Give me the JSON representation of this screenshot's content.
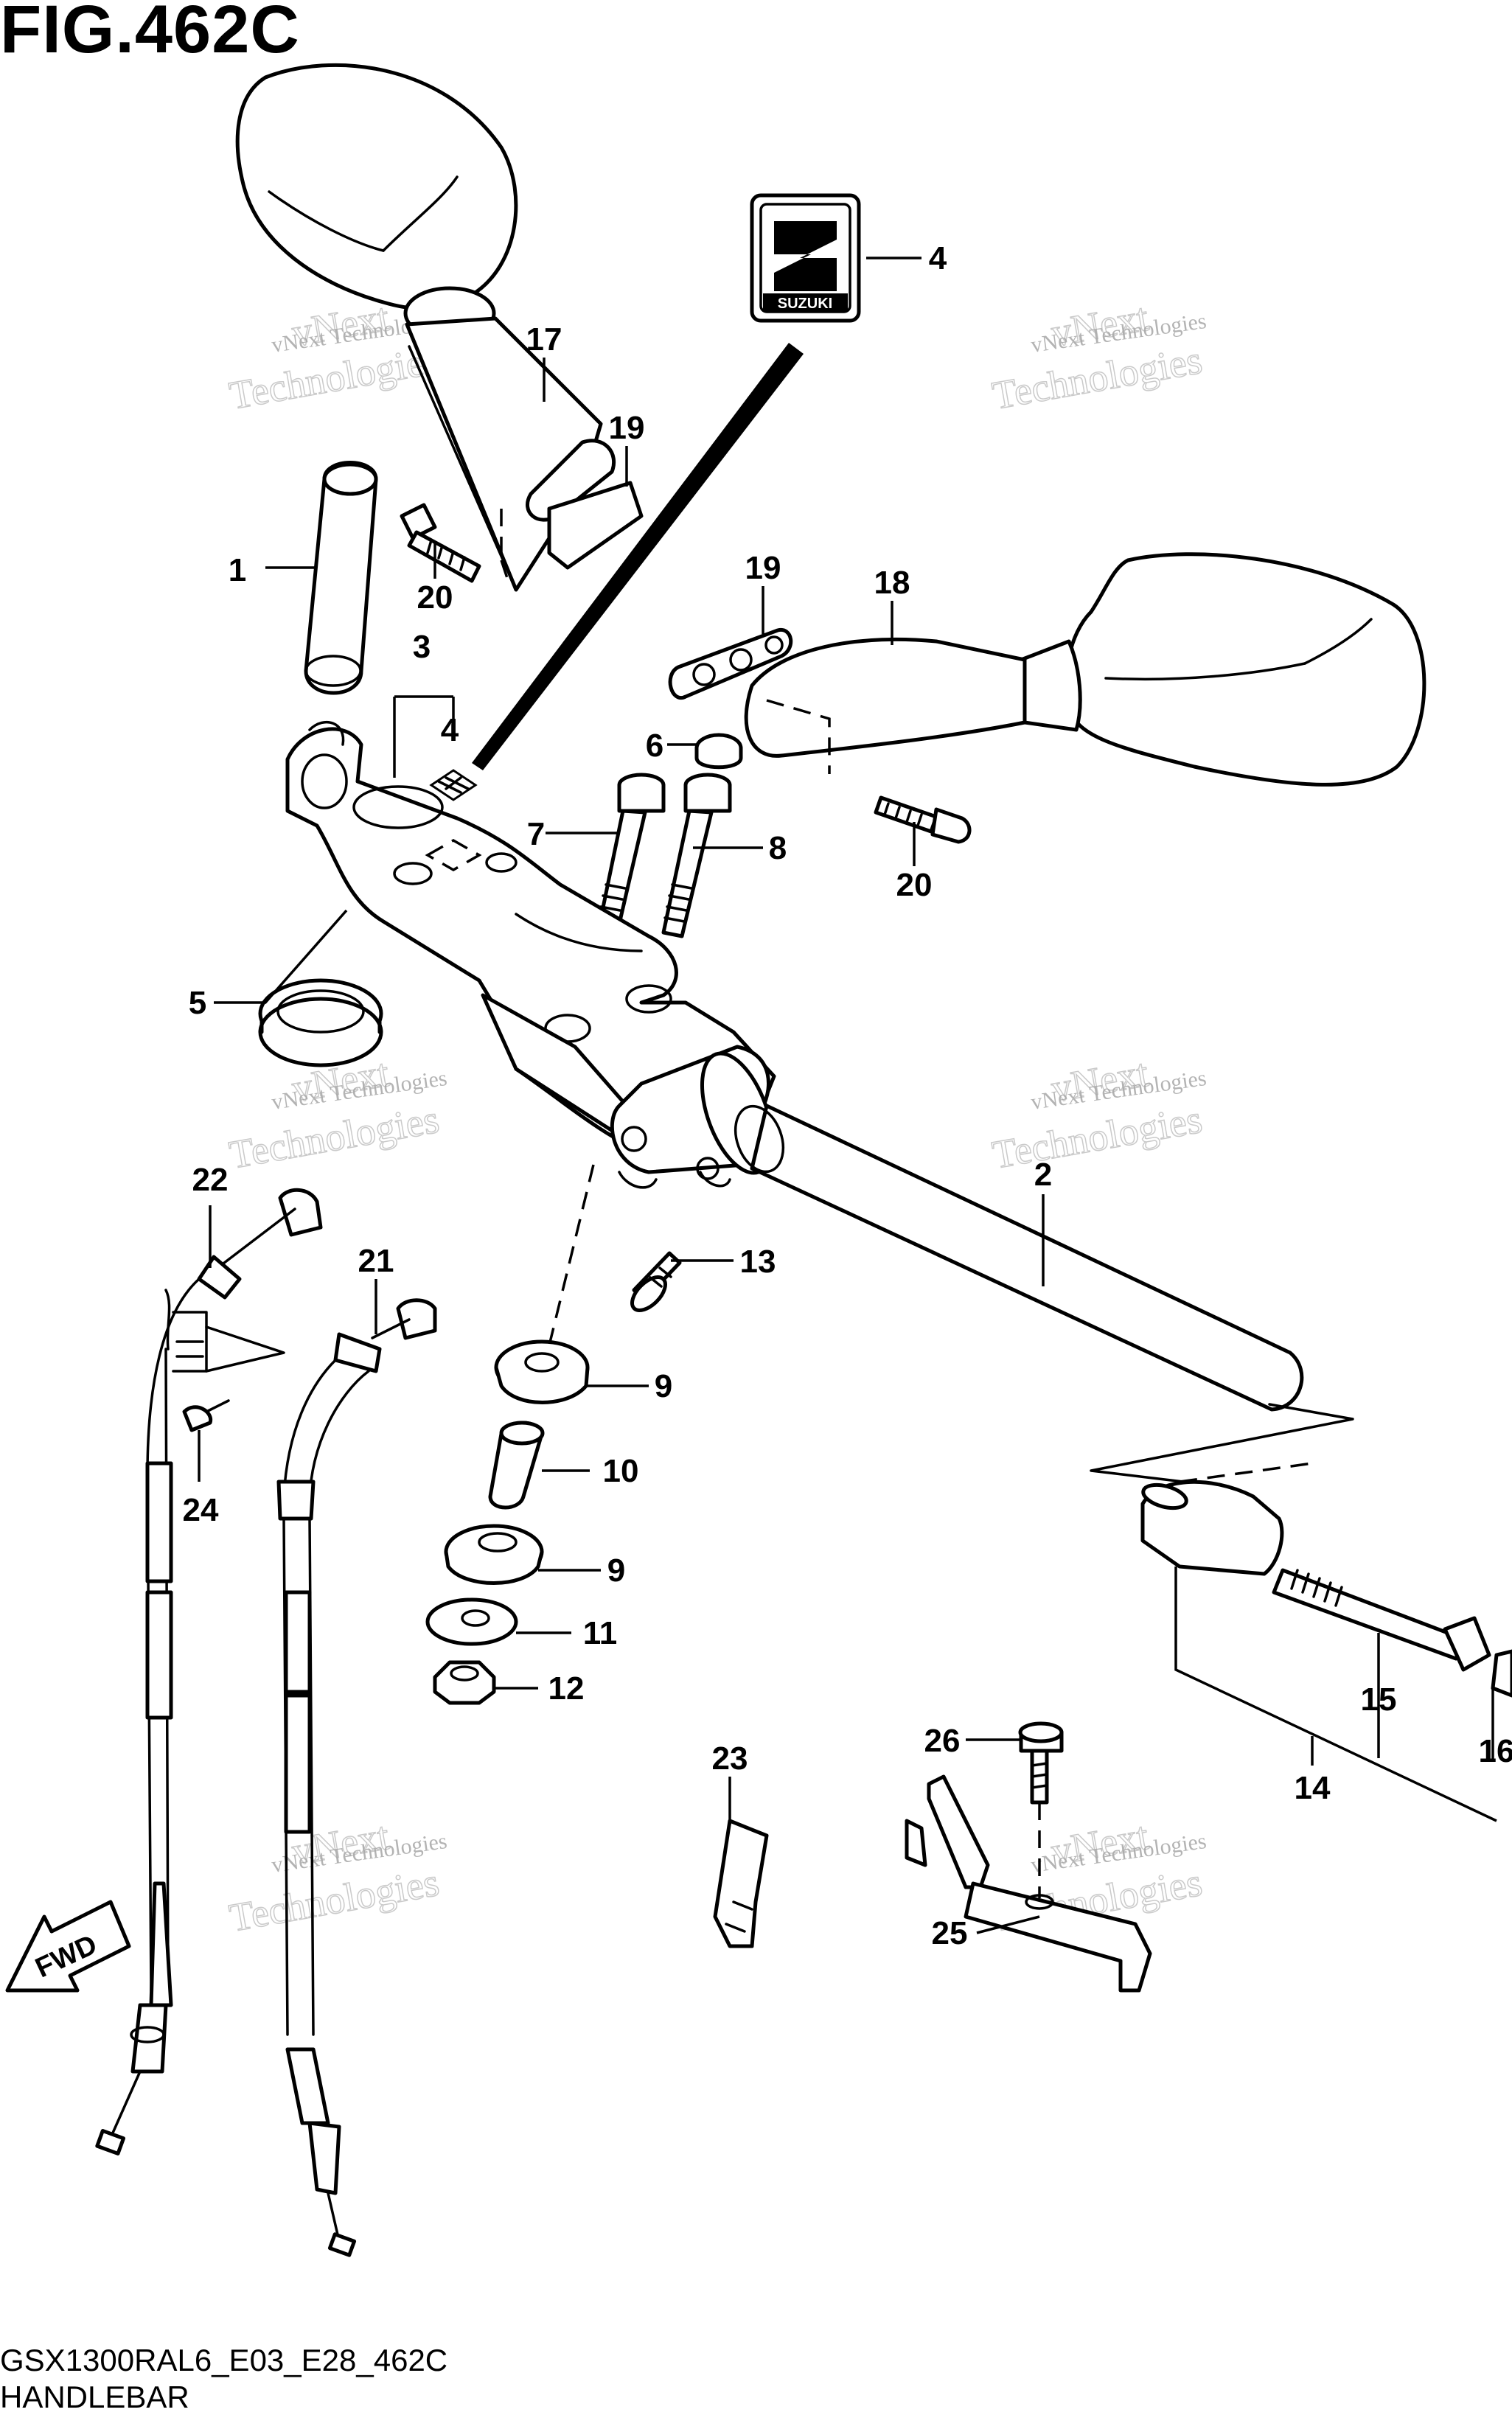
{
  "figure": {
    "title": "FIG.462C",
    "model_code": "GSX1300RAL6_E03_E28_462C",
    "section_name": "HANDLEBAR"
  },
  "watermark": {
    "line1": "vNext Technologies",
    "line2": "vNext",
    "line3": "Technologies"
  },
  "badge": {
    "text": "SUZUKI"
  },
  "fwd_label": "FWD",
  "callouts": [
    {
      "id": "c1",
      "label": "1"
    },
    {
      "id": "c2",
      "label": "2"
    },
    {
      "id": "c3",
      "label": "3"
    },
    {
      "id": "c4a",
      "label": "4"
    },
    {
      "id": "c4b",
      "label": "4"
    },
    {
      "id": "c5",
      "label": "5"
    },
    {
      "id": "c6",
      "label": "6"
    },
    {
      "id": "c7",
      "label": "7"
    },
    {
      "id": "c8",
      "label": "8"
    },
    {
      "id": "c9a",
      "label": "9"
    },
    {
      "id": "c9b",
      "label": "9"
    },
    {
      "id": "c10",
      "label": "10"
    },
    {
      "id": "c11",
      "label": "11"
    },
    {
      "id": "c12",
      "label": "12"
    },
    {
      "id": "c13",
      "label": "13"
    },
    {
      "id": "c14",
      "label": "14"
    },
    {
      "id": "c15",
      "label": "15"
    },
    {
      "id": "c16",
      "label": "16"
    },
    {
      "id": "c17",
      "label": "17"
    },
    {
      "id": "c18",
      "label": "18"
    },
    {
      "id": "c19a",
      "label": "19"
    },
    {
      "id": "c19b",
      "label": "19"
    },
    {
      "id": "c20a",
      "label": "20"
    },
    {
      "id": "c20b",
      "label": "20"
    },
    {
      "id": "c21",
      "label": "21"
    },
    {
      "id": "c22",
      "label": "22"
    },
    {
      "id": "c23",
      "label": "23"
    },
    {
      "id": "c24",
      "label": "24"
    },
    {
      "id": "c25",
      "label": "25"
    },
    {
      "id": "c26",
      "label": "26"
    }
  ]
}
